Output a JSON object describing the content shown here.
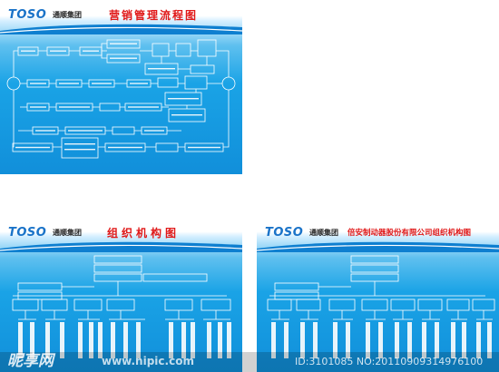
{
  "brand": {
    "logo": "TOSO",
    "group": "通顺集团"
  },
  "panels": [
    {
      "title": "营销管理流程图"
    },
    {
      "title": "组织机构图"
    },
    {
      "title": "倍安制动器股份有限公司组织机构图"
    }
  ],
  "watermark": {
    "logo": "昵享网",
    "url": "www.nipic.com",
    "id": "ID:3101085 NO:20110909314976100"
  },
  "colors": {
    "panel_blue": "#1aa3e6",
    "title_red": "#e01818",
    "logo_blue": "#1a73c8"
  }
}
